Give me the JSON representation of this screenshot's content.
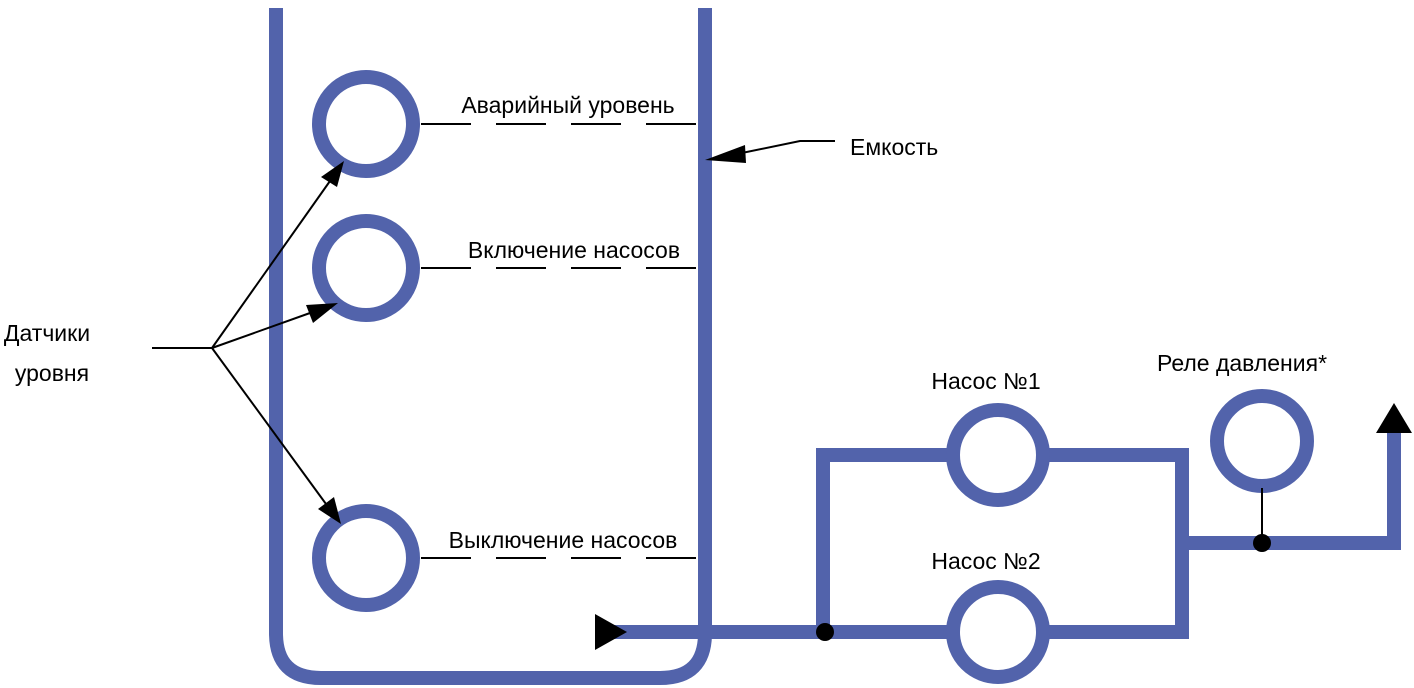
{
  "colors": {
    "pipe": "#5263ab",
    "line": "#000000",
    "background": "#ffffff"
  },
  "labels": {
    "emergency_level": "Аварийный уровень",
    "pumps_on": "Включение насосов",
    "pumps_off": "Выключение насосов",
    "tank": "Емкость",
    "level_sensors_line1": "Датчики",
    "level_sensors_line2": "уровня",
    "pump1": "Насос №1",
    "pump2": "Насос №2",
    "pressure_relay": "Реле давления*"
  }
}
